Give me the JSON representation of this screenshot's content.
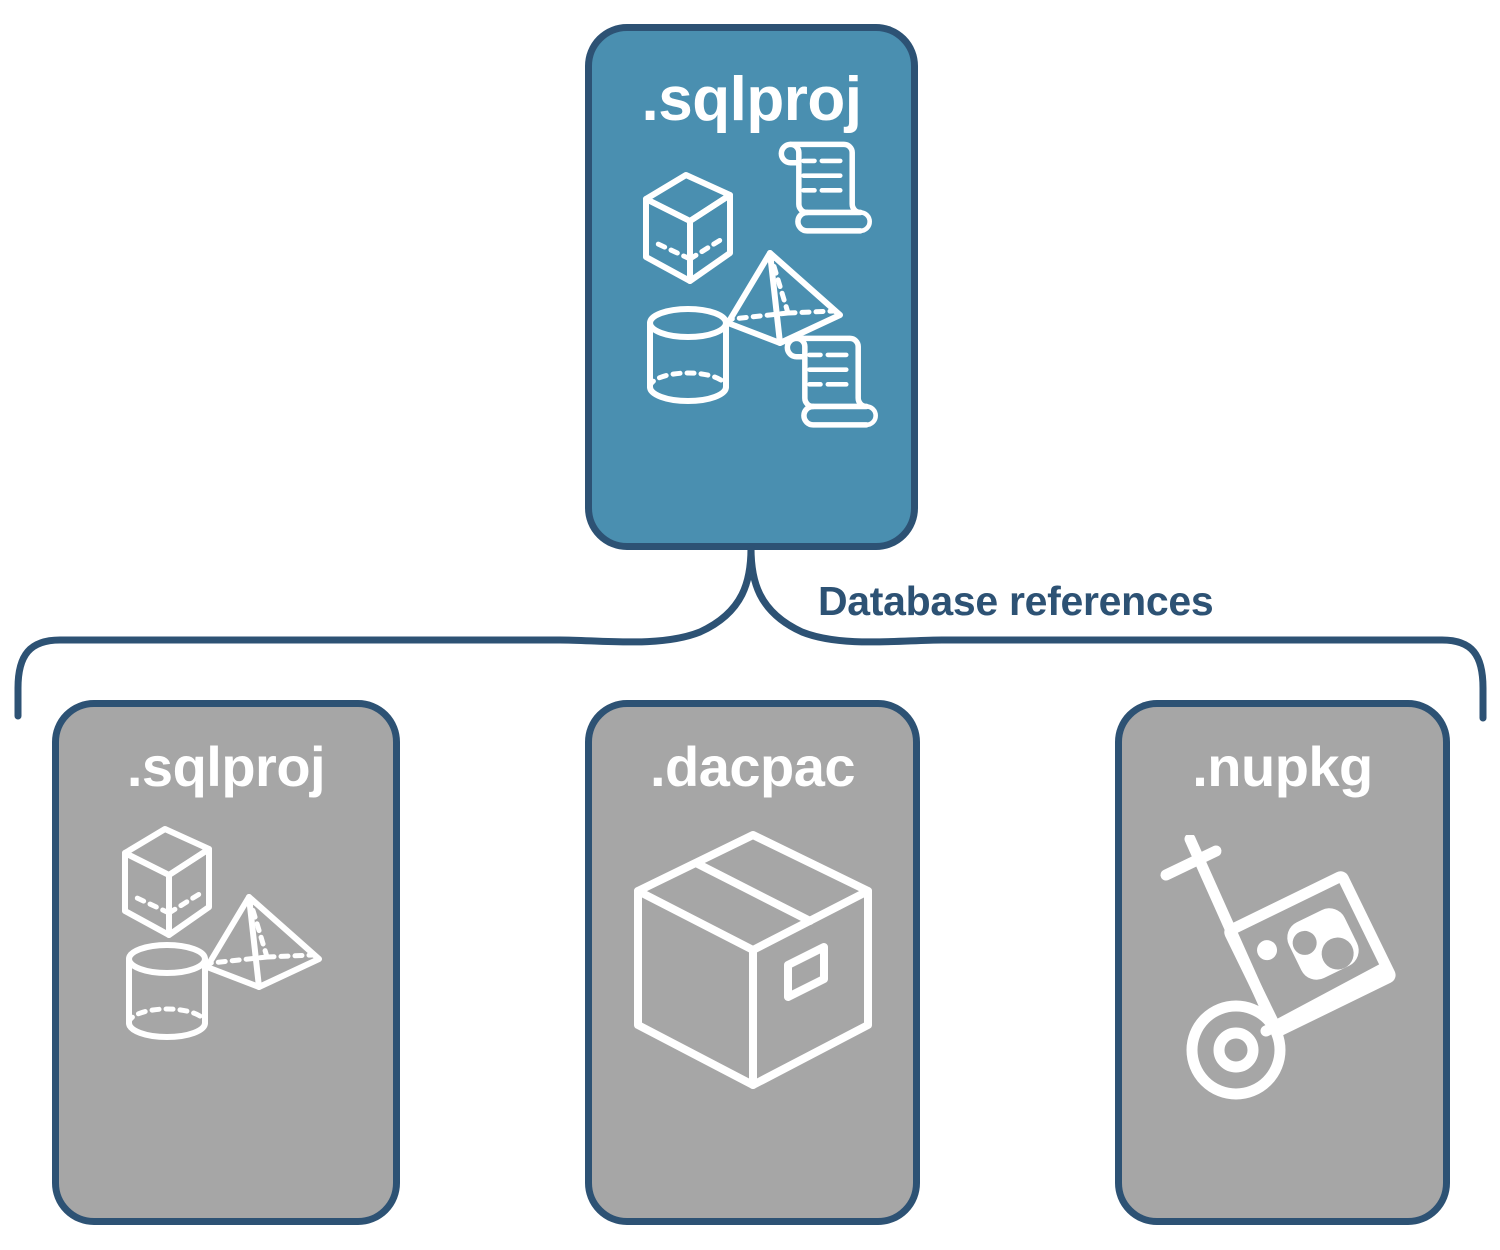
{
  "diagram": {
    "title": "Database references",
    "colors": {
      "primary_fill": "#4a8fb0",
      "secondary_fill": "#a6a6a6",
      "stroke": "#2d5274",
      "icon": "#ffffff",
      "background": "#ffffff"
    },
    "connector": {
      "label": "Database references",
      "type": "curly-brace",
      "orientation": "down",
      "parent": "root-sqlproj",
      "children": [
        "ref-sqlproj",
        "ref-dacpac",
        "ref-nupkg"
      ]
    },
    "root": {
      "id": "root-sqlproj",
      "label": ".sqlproj",
      "style": "primary",
      "icons": [
        "wireframe-cube-icon",
        "wireframe-pyramid-icon",
        "wireframe-cylinder-icon",
        "script-scroll-icon",
        "script-scroll-icon"
      ]
    },
    "references": [
      {
        "id": "ref-sqlproj",
        "label": ".sqlproj",
        "style": "secondary",
        "icons": [
          "wireframe-cube-icon",
          "wireframe-pyramid-icon",
          "wireframe-cylinder-icon"
        ]
      },
      {
        "id": "ref-dacpac",
        "label": ".dacpac",
        "style": "secondary",
        "icons": [
          "shipping-box-icon"
        ]
      },
      {
        "id": "ref-nupkg",
        "label": ".nupkg",
        "style": "secondary",
        "icons": [
          "hand-truck-package-icon"
        ]
      }
    ]
  }
}
